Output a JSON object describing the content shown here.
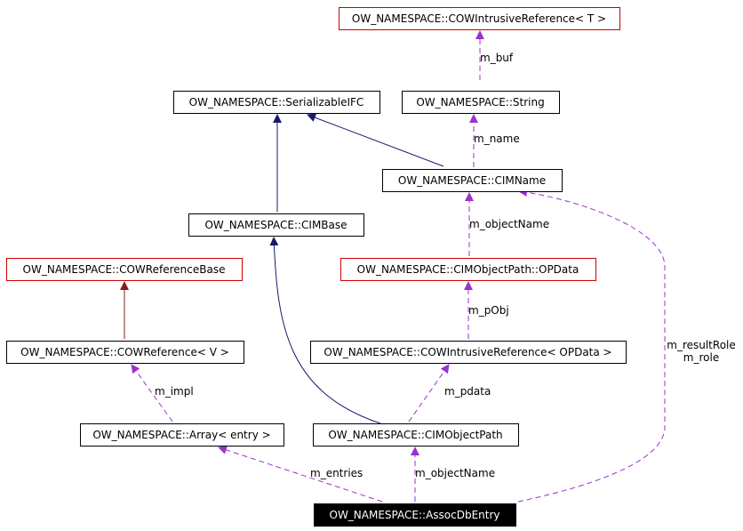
{
  "colors": {
    "background": "#ffffff",
    "node_border_normal": "#000000",
    "node_border_undocumented": "#cc0000",
    "node_fill_highlight": "#000000",
    "text_normal": "#000000",
    "text_highlight": "#ffffff",
    "edge_inherit_public": "#191970",
    "edge_inherit_protected": "#8b1a1a",
    "edge_usage": "#9a32cd"
  },
  "nodes": [
    {
      "id": "cow-intrusive-ref-t",
      "label": "OW_NAMESPACE::COWIntrusiveReference< T >",
      "style": "undocumented"
    },
    {
      "id": "serializable-ifc",
      "label": "OW_NAMESPACE::SerializableIFC",
      "style": "normal"
    },
    {
      "id": "string",
      "label": "OW_NAMESPACE::String",
      "style": "normal"
    },
    {
      "id": "cim-name",
      "label": "OW_NAMESPACE::CIMName",
      "style": "normal"
    },
    {
      "id": "cim-base",
      "label": "OW_NAMESPACE::CIMBase",
      "style": "normal"
    },
    {
      "id": "cow-reference-base",
      "label": "OW_NAMESPACE::COWReferenceBase",
      "style": "undocumented"
    },
    {
      "id": "cim-object-path-opdata",
      "label": "OW_NAMESPACE::CIMObjectPath::OPData",
      "style": "undocumented"
    },
    {
      "id": "cow-reference-v",
      "label": "OW_NAMESPACE::COWReference< V >",
      "style": "normal"
    },
    {
      "id": "cow-intrusive-ref-opdata",
      "label": "OW_NAMESPACE::COWIntrusiveReference< OPData >",
      "style": "normal"
    },
    {
      "id": "array-entry",
      "label": "OW_NAMESPACE::Array< entry >",
      "style": "normal"
    },
    {
      "id": "cim-object-path",
      "label": "OW_NAMESPACE::CIMObjectPath",
      "style": "normal"
    },
    {
      "id": "assoc-db-entry",
      "label": "OW_NAMESPACE::AssocDbEntry",
      "style": "highlight"
    }
  ],
  "edges": [
    {
      "id": "m-buf",
      "from": "cow-intrusive-ref-t",
      "to": "string",
      "kind": "usage",
      "label": "m_buf"
    },
    {
      "id": "m-name",
      "from": "string",
      "to": "cim-name",
      "kind": "usage",
      "label": "m_name"
    },
    {
      "id": "cimname-serializable",
      "from": "serializable-ifc",
      "to": "cim-name",
      "kind": "inherit_public",
      "label": ""
    },
    {
      "id": "cimbase-serializable",
      "from": "serializable-ifc",
      "to": "cim-base",
      "kind": "inherit_public",
      "label": ""
    },
    {
      "id": "m-object-name-top",
      "from": "cim-name",
      "to": "cim-object-path-opdata",
      "kind": "usage",
      "label": "m_objectName"
    },
    {
      "id": "m-pobj",
      "from": "cim-object-path-opdata",
      "to": "cow-intrusive-ref-opdata",
      "kind": "usage",
      "label": "m_pObj"
    },
    {
      "id": "cowref-base",
      "from": "cow-reference-base",
      "to": "cow-reference-v",
      "kind": "inherit_protected",
      "label": ""
    },
    {
      "id": "m-impl",
      "from": "cow-reference-v",
      "to": "array-entry",
      "kind": "usage",
      "label": "m_impl"
    },
    {
      "id": "m-pdata",
      "from": "cow-intrusive-ref-opdata",
      "to": "cim-object-path",
      "kind": "usage",
      "label": "m_pdata"
    },
    {
      "id": "cimobjectpath-cimbase",
      "from": "cim-base",
      "to": "cim-object-path",
      "kind": "inherit_public",
      "label": ""
    },
    {
      "id": "m-entries",
      "from": "array-entry",
      "to": "assoc-db-entry",
      "kind": "usage",
      "label": "m_entries"
    },
    {
      "id": "m-object-name-bottom",
      "from": "cim-object-path",
      "to": "assoc-db-entry",
      "kind": "usage",
      "label": "m_objectName"
    },
    {
      "id": "m-result-role",
      "from": "cim-name",
      "to": "assoc-db-entry",
      "kind": "usage",
      "label": "m_resultRole\nm_role"
    }
  ]
}
